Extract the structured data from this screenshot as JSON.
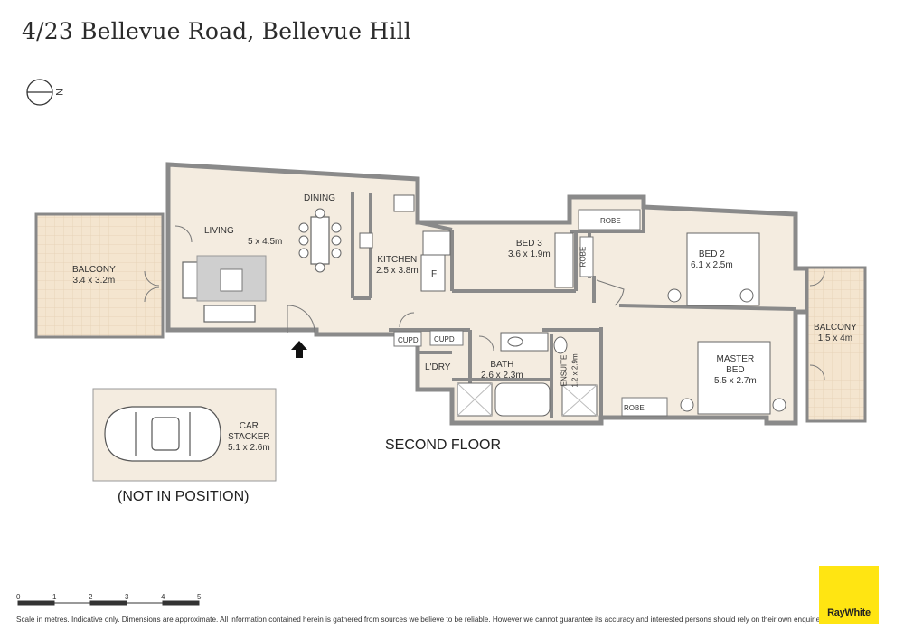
{
  "title": "4/23 Bellevue Road, Bellevue Hill",
  "compass": {
    "letter": "N"
  },
  "rooms": {
    "balcony_west": {
      "name": "BALCONY",
      "size": "3.4 x 3.2m"
    },
    "living": {
      "name": "LIVING",
      "size": "5 x 4.5m"
    },
    "dining": {
      "name": "DINING"
    },
    "kitchen": {
      "name": "KITCHEN",
      "size": "2.5 x 3.8m",
      "fridge": "F"
    },
    "bed3": {
      "name": "BED 3",
      "size": "3.6 x 1.9m"
    },
    "robe_bed3": "ROBE",
    "robe_bed2": "ROBE",
    "bed2": {
      "name": "BED 2",
      "size": "6.1 x 2.5m"
    },
    "balcony_east": {
      "name": "BALCONY",
      "size": "1.5 x 4m"
    },
    "master": {
      "name": "MASTER",
      "name2": "BED",
      "size": "5.5 x 2.7m"
    },
    "robe_master": "ROBE",
    "cupd1": "CUPD",
    "cupd2": "CUPD",
    "ldry": "L'DRY",
    "bath": {
      "name": "BATH",
      "size": "2.6 x 2.3m"
    },
    "ensuite": {
      "name": "ENSUITE",
      "size": "1.2 x 2.9m"
    },
    "car": {
      "name": "CAR",
      "name2": "STACKER",
      "size": "5.1 x 2.6m"
    }
  },
  "floor_label": "SECOND FLOOR",
  "not_in_position": "(NOT IN POSITION)",
  "scale": {
    "ticks": [
      "0",
      "1",
      "2",
      "3",
      "4",
      "5"
    ]
  },
  "footer": "Scale in metres. Indicative only. Dimensions are approximate. All information contained herein is gathered from sources we believe to be reliable. However we cannot guarantee its accuracy and interested persons should rely on their own enquiries.",
  "logo": "RayWhite",
  "colors": {
    "floor": "#f4ece0",
    "wall": "#8a8a8a",
    "balcony": "#f4e6d0",
    "logo": "#ffe512"
  }
}
